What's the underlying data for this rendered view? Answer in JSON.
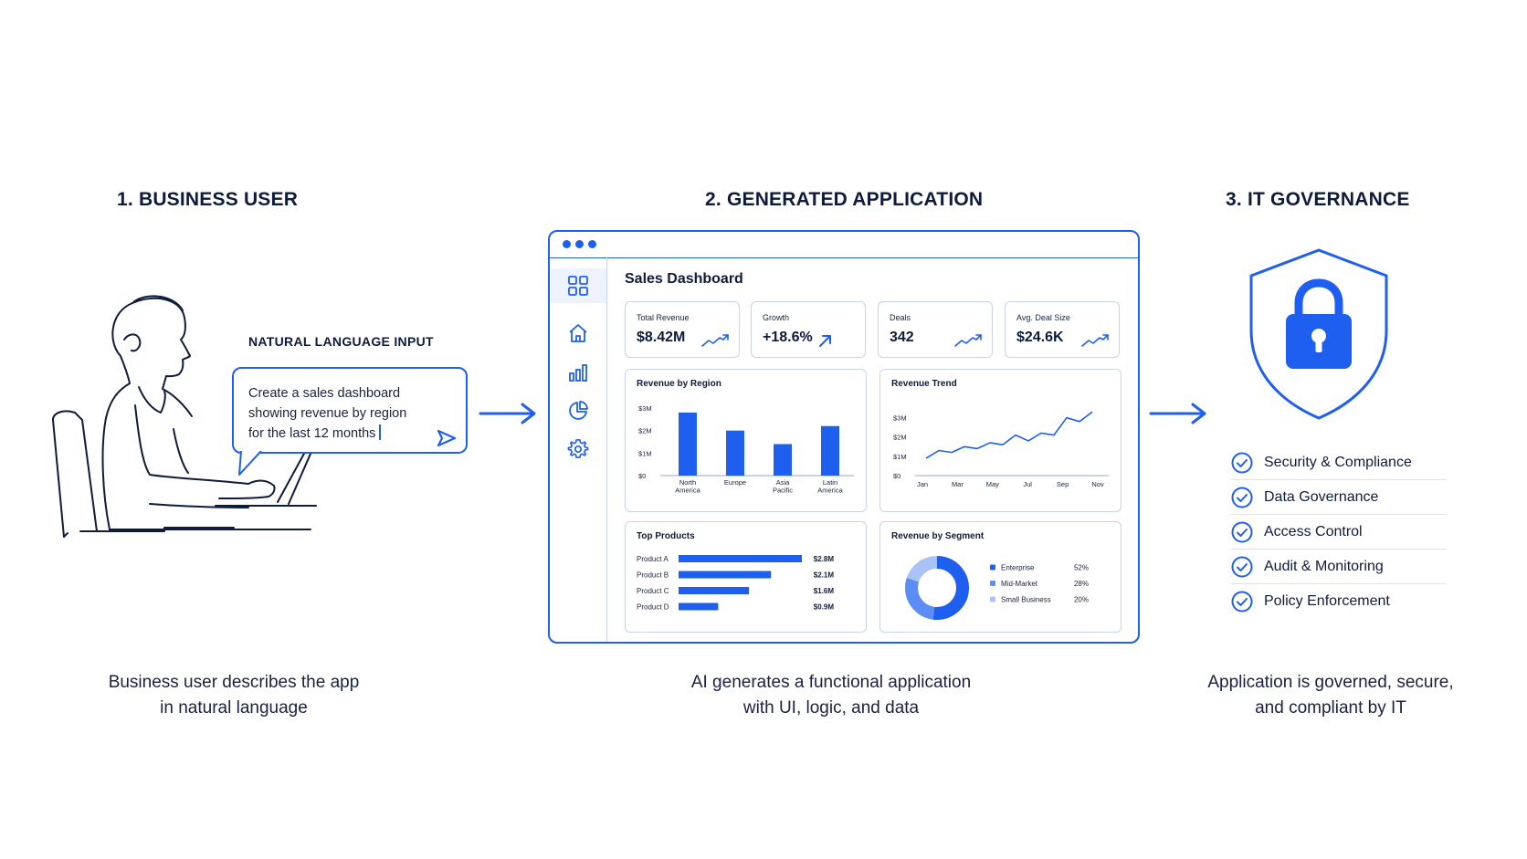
{
  "steps": [
    {
      "title": "1. BUSINESS USER",
      "caption_line1": "Business user describes the app",
      "caption_line2": "in natural language"
    },
    {
      "title": "2. GENERATED APPLICATION",
      "caption_line1": "AI generates a functional application",
      "caption_line2": "with UI, logic, and data"
    },
    {
      "title": "3. IT GOVERNANCE",
      "caption_line1": "Application is governed, secure,",
      "caption_line2": "and compliant by IT"
    }
  ],
  "input": {
    "label": "NATURAL LANGUAGE INPUT",
    "lines": [
      "Create a sales dashboard",
      "showing revenue by region",
      "for the last 12 months"
    ]
  },
  "dashboard": {
    "title": "Sales Dashboard",
    "kpis": [
      {
        "label": "Total Revenue",
        "value": "$8.42M",
        "icon": "trend-line-icon"
      },
      {
        "label": "Growth",
        "value": "+18.6%",
        "icon": "arrow-up-right-icon"
      },
      {
        "label": "Deals",
        "value": "342",
        "icon": "trend-line-icon"
      },
      {
        "label": "Avg. Deal Size",
        "value": "$24.6K",
        "icon": "trend-line-icon"
      }
    ],
    "sidebar_icons": [
      "grid-icon",
      "home-icon",
      "bar-chart-icon",
      "pie-chart-icon",
      "gear-icon"
    ],
    "colors": {
      "accent": "#1f5ff0",
      "accent_mid": "#5b8df5",
      "accent_light": "#a9c2f8"
    }
  },
  "chart_data": [
    {
      "type": "bar",
      "title": "Revenue by Region",
      "categories": [
        [
          "North",
          "America"
        ],
        [
          "Europe"
        ],
        [
          "Asia",
          "Pacific"
        ],
        [
          "Latin",
          "America"
        ]
      ],
      "values": [
        2.8,
        2.0,
        1.4,
        2.2
      ],
      "y_ticks": [
        "$0",
        "$1M",
        "$2M",
        "$3M"
      ],
      "ylim": [
        0,
        3
      ]
    },
    {
      "type": "line",
      "title": "Revenue Trend",
      "x_labels": [
        "Jan",
        "Mar",
        "May",
        "Jul",
        "Sep",
        "Nov"
      ],
      "values": [
        0.9,
        1.3,
        1.2,
        1.5,
        1.4,
        1.7,
        1.6,
        2.1,
        1.8,
        2.2,
        2.1,
        3.0,
        2.8,
        3.3
      ],
      "y_ticks": [
        "$0",
        "$1M",
        "$2M",
        "$3M"
      ],
      "ylim": [
        0,
        3.5
      ]
    },
    {
      "type": "bar",
      "orientation": "horizontal",
      "title": "Top Products",
      "categories": [
        "Product A",
        "Product B",
        "Product C",
        "Product D"
      ],
      "values": [
        2.8,
        2.1,
        1.6,
        0.9
      ],
      "value_labels": [
        "$2.8M",
        "$2.1M",
        "$1.6M",
        "$0.9M"
      ]
    },
    {
      "type": "pie",
      "title": "Revenue by Segment",
      "categories": [
        "Enterprise",
        "Mid-Market",
        "Small Business"
      ],
      "values": [
        52,
        28,
        20
      ],
      "value_labels": [
        "52%",
        "28%",
        "20%"
      ]
    }
  ],
  "governance": {
    "items": [
      "Security & Compliance",
      "Data Governance",
      "Access Control",
      "Audit & Monitoring",
      "Policy Enforcement"
    ]
  }
}
